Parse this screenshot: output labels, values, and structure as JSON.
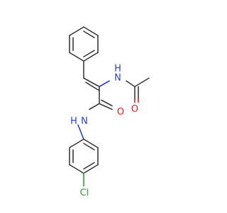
{
  "molecule": {
    "atoms": {
      "O_amide": {
        "text": "O",
        "color": "#e02020"
      },
      "O_acetyl": {
        "text": "O",
        "color": "#e02020"
      },
      "N_amide": {
        "text": "N",
        "color": "#2a3fcf"
      },
      "H_amide": {
        "text": "H",
        "color": "#2a3fcf"
      },
      "N_enamide": {
        "text": "N",
        "color": "#2a3fcf"
      },
      "H_enamide": {
        "text": "H",
        "color": "#2a3fcf"
      },
      "Cl": {
        "text": "Cl",
        "color": "#2fa12f"
      }
    }
  }
}
